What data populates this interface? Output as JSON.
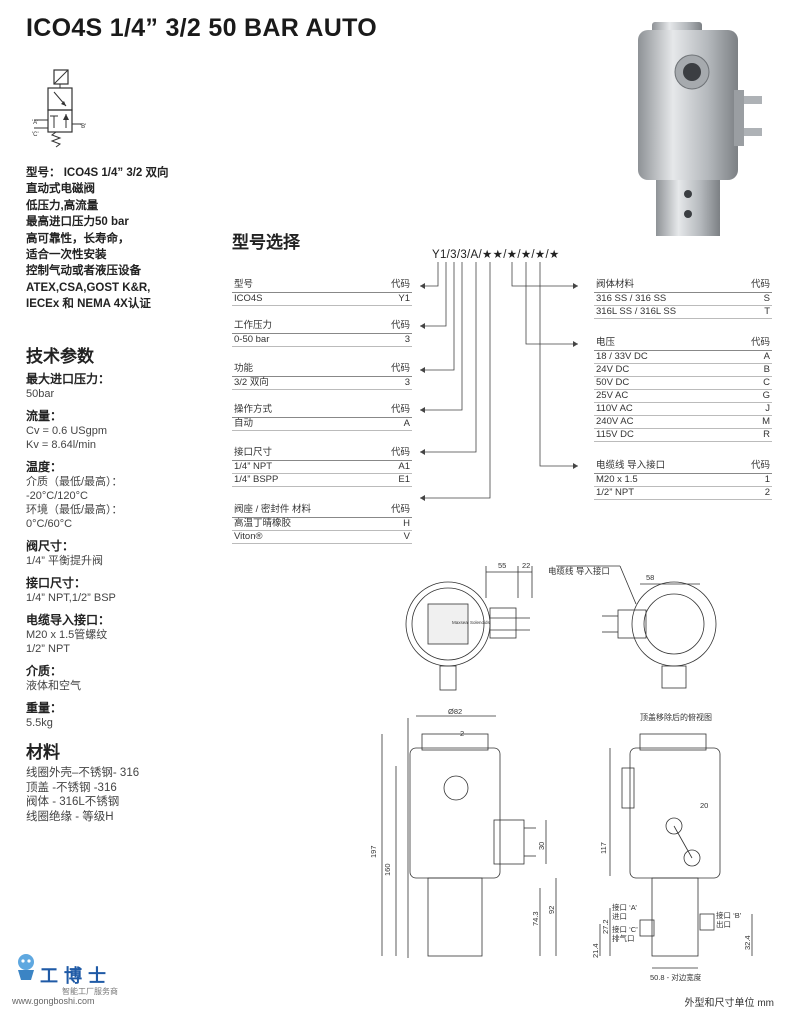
{
  "title": "ICO4S 1/4”   3/2 50 BAR AUTO",
  "intro": [
    "型号： ICO4S 1/4”  3/2 双向",
    "直动式电磁阀",
    "低压力,高流量",
    "最高进口压力50 bar",
    "高可靠性，长寿命，",
    "适合一次性安装",
    "控制气动或者液压设备",
    "ATEX,CSA,GOST K&R,",
    "IECEx 和 NEMA 4X认证"
  ],
  "specs": {
    "heading": "技术参数",
    "groups": [
      {
        "label": "最大进口压力：",
        "values": [
          "50bar"
        ]
      },
      {
        "label": "流量：",
        "values": [
          "Cv = 0.6 USgpm",
          "Kv = 8.64l/min"
        ]
      },
      {
        "label": "温度：",
        "values": [
          "介质（最低/最高）：",
          "-20°C/120°C",
          "环境（最低/最高）：",
          "0°C/60°C"
        ]
      },
      {
        "label": "阀尺寸：",
        "values": [
          "1/4”  平衡提升阀"
        ]
      },
      {
        "label": "接口尺寸：",
        "values": [
          "1/4”  NPT,1/2”  BSP"
        ]
      },
      {
        "label": "电缆导入接口：",
        "values": [
          "M20 x 1.5管螺纹",
          "1/2”  NPT"
        ]
      },
      {
        "label": "介质：",
        "values": [
          "液体和空气"
        ]
      },
      {
        "label": "重量：",
        "values": [
          "5.5kg"
        ]
      }
    ],
    "materials_heading": "材料",
    "materials": [
      "线圈外壳–不锈钢- 316",
      "顶盖 -不锈钢 -316",
      "阀体 - 316L不锈钢",
      "线圈绝缘 - 等级H"
    ]
  },
  "selection": {
    "heading": "型号选择",
    "code": "Y1/3/3/A/★★/★/★/★/★",
    "left_tables": [
      {
        "head": [
          "型号",
          "代码"
        ],
        "rows": [
          [
            "ICO4S",
            "Y1"
          ]
        ]
      },
      {
        "head": [
          "工作压力",
          "代码"
        ],
        "rows": [
          [
            "0-50 bar",
            "3"
          ]
        ]
      },
      {
        "head": [
          "功能",
          "代码"
        ],
        "rows": [
          [
            "3/2 双向",
            "3"
          ]
        ]
      },
      {
        "head": [
          "操作方式",
          "代码"
        ],
        "rows": [
          [
            "自动",
            "A"
          ]
        ]
      },
      {
        "head": [
          "接口尺寸",
          "代码"
        ],
        "rows": [
          [
            "1/4”  NPT",
            "A1"
          ],
          [
            "1/4”  BSPP",
            "E1"
          ]
        ]
      },
      {
        "head": [
          "阀座 / 密封件 材料",
          "代码"
        ],
        "rows": [
          [
            "高温丁晴橡胶",
            "H"
          ],
          [
            "Viton®",
            "V"
          ]
        ]
      }
    ],
    "right_tables": [
      {
        "head": [
          "阀体材料",
          "代码"
        ],
        "rows": [
          [
            "316 SS / 316 SS",
            "S"
          ],
          [
            "316L SS / 316L SS",
            "T"
          ]
        ]
      },
      {
        "head": [
          "电压",
          "代码"
        ],
        "rows": [
          [
            "18 / 33V DC",
            "A"
          ],
          [
            "24V DC",
            "B"
          ],
          [
            "50V DC",
            "C"
          ],
          [
            "25V AC",
            "G"
          ],
          [
            "110V AC",
            "J"
          ],
          [
            "240V AC",
            "M"
          ],
          [
            "115V DC",
            "R"
          ]
        ]
      },
      {
        "head": [
          "电缆线 导入接口",
          "代码"
        ],
        "rows": [
          [
            "M20 x 1.5",
            "1"
          ],
          [
            "1/2”  NPT",
            "2"
          ]
        ]
      }
    ]
  },
  "drawing": {
    "cable_label": "电缆线 导入接口",
    "top_view_caption": "顶盖移除后的俯视图",
    "dims": {
      "d55": "55",
      "d22": "22",
      "d58": "58",
      "d82": "Ø82",
      "d197": "197",
      "d160": "160",
      "d30": "30",
      "d92": "92",
      "d743": "74.3",
      "d117": "117",
      "d20": "20",
      "d272": "27.2",
      "d214": "21.4",
      "d324": "32.4"
    },
    "port_a": "接口 ‘A’",
    "port_a_sub": "进口",
    "port_c": "接口 ‘C’",
    "port_c_sub": "排气口",
    "port_b": "接口 ‘B’",
    "port_b_sub": "出口",
    "flat": "50.8 - 对边宽度",
    "symbol_a": "'A'",
    "symbol_b": "'B'",
    "symbol_c": "'C'",
    "nameplate": "Maxseal Solenoids",
    "arrow2": "2"
  },
  "units": "外型和尺寸单位 mm",
  "logo": {
    "name": "工博士",
    "sub": "智能工厂服务商",
    "url": "www.gongboshi.com"
  }
}
